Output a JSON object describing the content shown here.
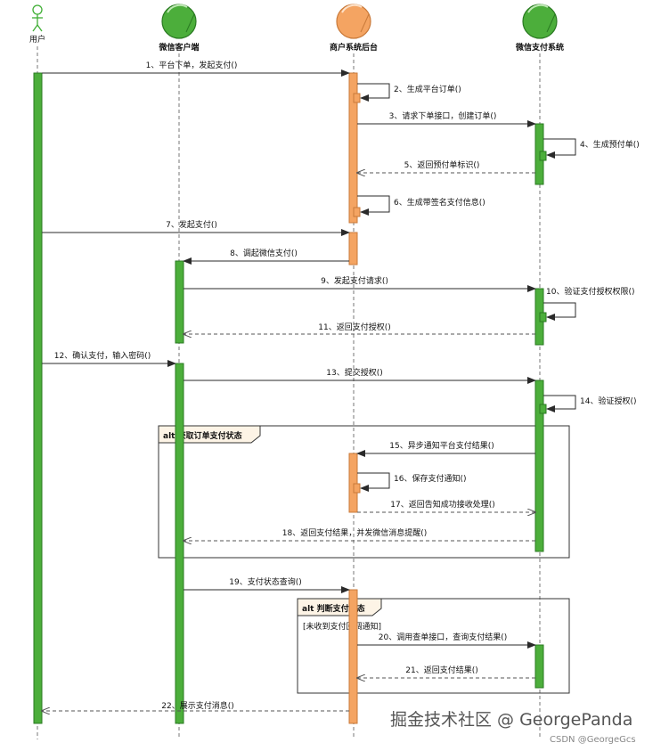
{
  "participants": [
    {
      "id": "user",
      "label": "用户",
      "kind": "actor",
      "color": "#3fae34"
    },
    {
      "id": "client",
      "label": "微信客户端",
      "kind": "circle",
      "color": "#3fae34"
    },
    {
      "id": "backend",
      "label": "商户系统后台",
      "kind": "circle",
      "color": "#f4a462"
    },
    {
      "id": "wxpay",
      "label": "微信支付系统",
      "kind": "circle",
      "color": "#3fae34"
    }
  ],
  "messages": [
    {
      "n": 1,
      "text": "1、平台下单，发起支付()",
      "from": "user",
      "to": "backend",
      "style": "solid"
    },
    {
      "n": 2,
      "text": "2、生成平台订单()",
      "from": "backend",
      "to": "backend",
      "style": "self"
    },
    {
      "n": 3,
      "text": "3、请求下单接口，创建订单()",
      "from": "backend",
      "to": "wxpay",
      "style": "solid"
    },
    {
      "n": 4,
      "text": "4、生成预付单()",
      "from": "wxpay",
      "to": "wxpay",
      "style": "self"
    },
    {
      "n": 5,
      "text": "5、返回预付单标识()",
      "from": "wxpay",
      "to": "backend",
      "style": "dashed"
    },
    {
      "n": 6,
      "text": "6、生成带签名支付信息()",
      "from": "backend",
      "to": "backend",
      "style": "self"
    },
    {
      "n": 7,
      "text": "7、发起支付()",
      "from": "user",
      "to": "backend",
      "style": "solid"
    },
    {
      "n": 8,
      "text": "8、调起微信支付()",
      "from": "backend",
      "to": "client",
      "style": "solid"
    },
    {
      "n": 9,
      "text": "9、发起支付请求()",
      "from": "client",
      "to": "wxpay",
      "style": "solid"
    },
    {
      "n": 10,
      "text": "10、验证支付授权权限()",
      "from": "wxpay",
      "to": "wxpay",
      "style": "self"
    },
    {
      "n": 11,
      "text": "11、返回支付授权()",
      "from": "wxpay",
      "to": "client",
      "style": "dashed"
    },
    {
      "n": 12,
      "text": "12、确认支付，输入密码()",
      "from": "user",
      "to": "client",
      "style": "solid"
    },
    {
      "n": 13,
      "text": "13、提交授权()",
      "from": "client",
      "to": "wxpay",
      "style": "solid"
    },
    {
      "n": 14,
      "text": "14、验证授权()",
      "from": "wxpay",
      "to": "wxpay",
      "style": "self"
    },
    {
      "n": 15,
      "text": "15、异步通知平台支付结果()",
      "from": "wxpay",
      "to": "backend",
      "style": "solid"
    },
    {
      "n": 16,
      "text": "16、保存支付通知()",
      "from": "backend",
      "to": "backend",
      "style": "self"
    },
    {
      "n": 17,
      "text": "17、返回告知成功接收处理()",
      "from": "backend",
      "to": "wxpay",
      "style": "dashed"
    },
    {
      "n": 18,
      "text": "18、返回支付结果，并发微信消息提醒()",
      "from": "wxpay",
      "to": "client",
      "style": "dashed"
    },
    {
      "n": 19,
      "text": "19、支付状态查询()",
      "from": "client",
      "to": "backend",
      "style": "solid"
    },
    {
      "n": 20,
      "text": "20、调用查单接口，查询支付结果()",
      "from": "backend",
      "to": "wxpay",
      "style": "solid"
    },
    {
      "n": 21,
      "text": "21、返回支付结果()",
      "from": "wxpay",
      "to": "backend",
      "style": "dashed"
    },
    {
      "n": 22,
      "text": "22、展示支付消息()",
      "from": "backend",
      "to": "user",
      "style": "dashed"
    }
  ],
  "fragments": [
    {
      "id": "alt1",
      "title": "alt 获取订单支付状态",
      "guard": ""
    },
    {
      "id": "alt2",
      "title": "alt 判断支付状态",
      "guard": "[未收到支付回调通知]"
    }
  ],
  "watermark": {
    "main": "掘金技术社区 @ GeorgePanda",
    "sub": "CSDN @GeorgeGcs"
  },
  "colors": {
    "green": "#4cae3b",
    "green_dark": "#2a7a22",
    "orange": "#f4a462",
    "orange_dark": "#c97a3a",
    "line": "#2a2a2a",
    "frame_fill": "#fdf4e6"
  }
}
